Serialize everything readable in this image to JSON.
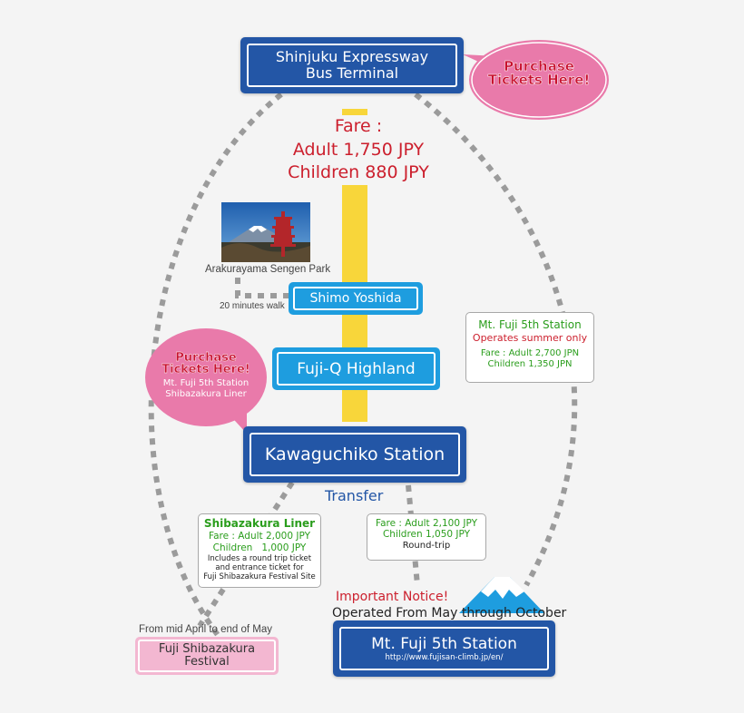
{
  "colors": {
    "station_dark": "#2356a6",
    "station_light": "#1e9ddf",
    "route_line": "#f8d63a",
    "dotted_route": "#9b9b9b",
    "bubble_pink": "#e97aaa",
    "festival_pink": "#f3b7d1",
    "fare_red": "#cc1f2d",
    "green_text": "#2a9d1c"
  },
  "icons": {
    "photo": "arakurayama-photo",
    "mountain": "mt-fuji-icon"
  },
  "stations": {
    "shinjuku": {
      "line1": "Shinjuku Expressway",
      "line2": "Bus Terminal"
    },
    "shimo_yoshida": {
      "label": "Shimo Yoshida"
    },
    "fuji_q": {
      "label": "Fuji-Q Highland"
    },
    "kawaguchiko": {
      "label": "Kawaguchiko Station"
    },
    "fuji5": {
      "label": "Mt. Fuji 5th Station",
      "url": "http://www.fujisan-climb.jp/en/"
    },
    "festival": {
      "line1": "Fuji Shibazakura",
      "line2": "Festival"
    }
  },
  "purchase_bubble_top": {
    "line1": "Purchase",
    "line2": "Tickets Here!"
  },
  "purchase_bubble_left": {
    "line1": "Purchase",
    "line2": "Tickets Here!",
    "line3": "Mt. Fuji 5th Station",
    "line4": "Shibazakura Liner"
  },
  "fare_main": {
    "title": "Fare :",
    "adult": "Adult 1,750 JPY",
    "children": "Children 880 JPY"
  },
  "park": {
    "label": "Arakurayama Sengen Park",
    "walk": "20 minutes walk"
  },
  "summer_box": {
    "title": "Mt. Fuji 5th Station",
    "note": "Operates summer only",
    "adult": "Fare : Adult 2,700 JPN",
    "children": "Children 1,350 JPN"
  },
  "transfer": "Transfer",
  "shibazakura_box": {
    "title": "Shibazakura Liner",
    "adult": "Fare : Adult 2,000 JPY",
    "children": "Children   1,000 JPY",
    "note1": "Includes a round trip ticket",
    "note2": "and entrance ticket for",
    "note3": "Fuji Shibazakura Festival Site"
  },
  "roundtrip_box": {
    "adult": "Fare : Adult 2,100 JPY",
    "children": "Children 1,050 JPY",
    "note": "Round-trip"
  },
  "festival_period": "From mid April to end of May",
  "notice": {
    "title": "Important Notice!",
    "text": "Operated From May through October"
  }
}
